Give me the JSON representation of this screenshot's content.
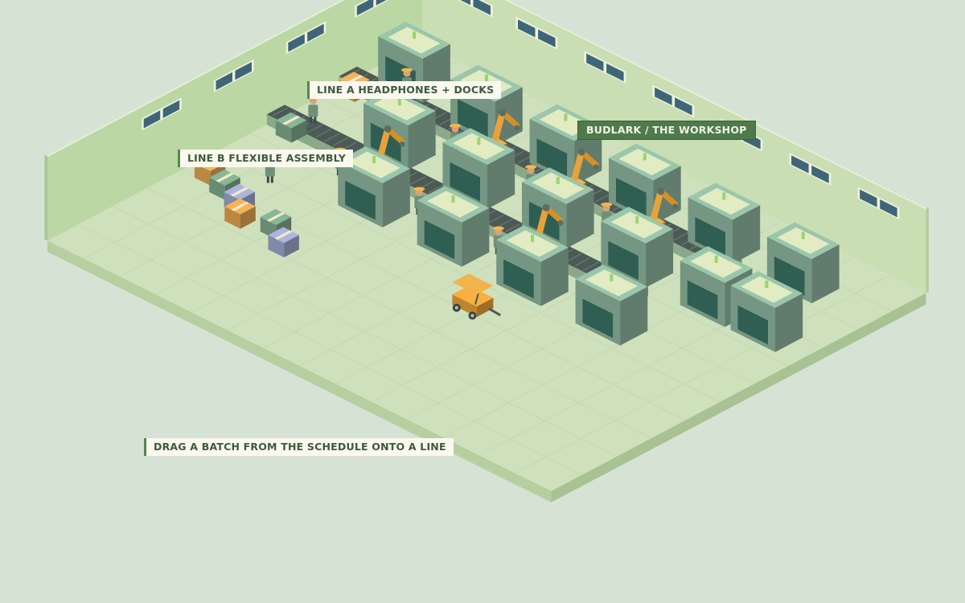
{
  "labels": {
    "line_a": "LINE A   HEADPHONES + DOCKS",
    "line_b": "LINE B   FLEXIBLE ASSEMBLY",
    "brand": "BUDLARK / THE WORKSHOP",
    "hint": "DRAG A BATCH FROM THE SCHEDULE ONTO A LINE"
  },
  "colors": {
    "background": "#d6e2d4",
    "floor": "#cfe0bc",
    "wall": "#c6dcae",
    "machine": "#8fb79f",
    "conveyor_belt": "#4b5a55",
    "crate_orange": "#e3a652",
    "crate_teal": "#7da98c",
    "crate_lavender": "#9ea8cf",
    "robot_arm": "#e8a23a",
    "label_dark": "#4f7a4b",
    "label_light": "#fbf9ef"
  },
  "icons": {
    "robot_arm": "robot-arm-icon",
    "forklift": "forklift-icon",
    "worker": "worker-icon",
    "crate": "crate-icon",
    "machine": "machine-icon",
    "conveyor": "conveyor-icon"
  }
}
